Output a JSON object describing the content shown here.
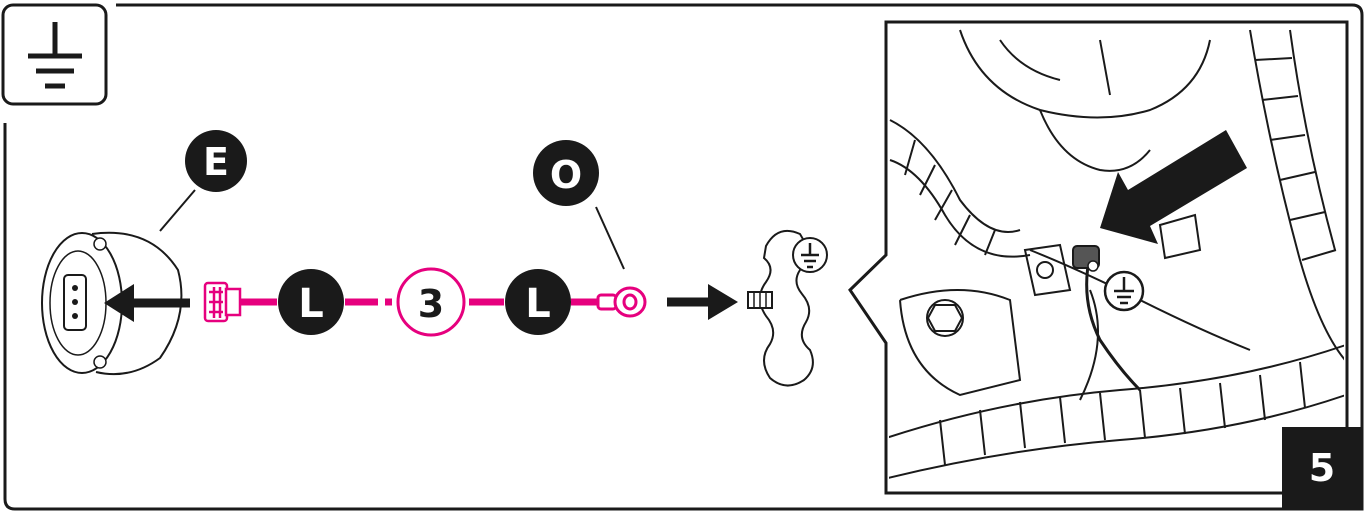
{
  "labels": {
    "connector_ref": "E",
    "wire_ref_1": "L",
    "wire_ref_2": "L",
    "wire_length": "3",
    "terminal_ref": "O"
  },
  "step_number": "5",
  "colors": {
    "wire": "#e6007e",
    "outline": "#1a1a1a",
    "background": "#ffffff"
  },
  "icons": [
    "ground-symbol-icon",
    "connector-icon",
    "plug-icon",
    "ring-terminal-icon",
    "chassis-bracket-icon",
    "arrow-icon"
  ]
}
